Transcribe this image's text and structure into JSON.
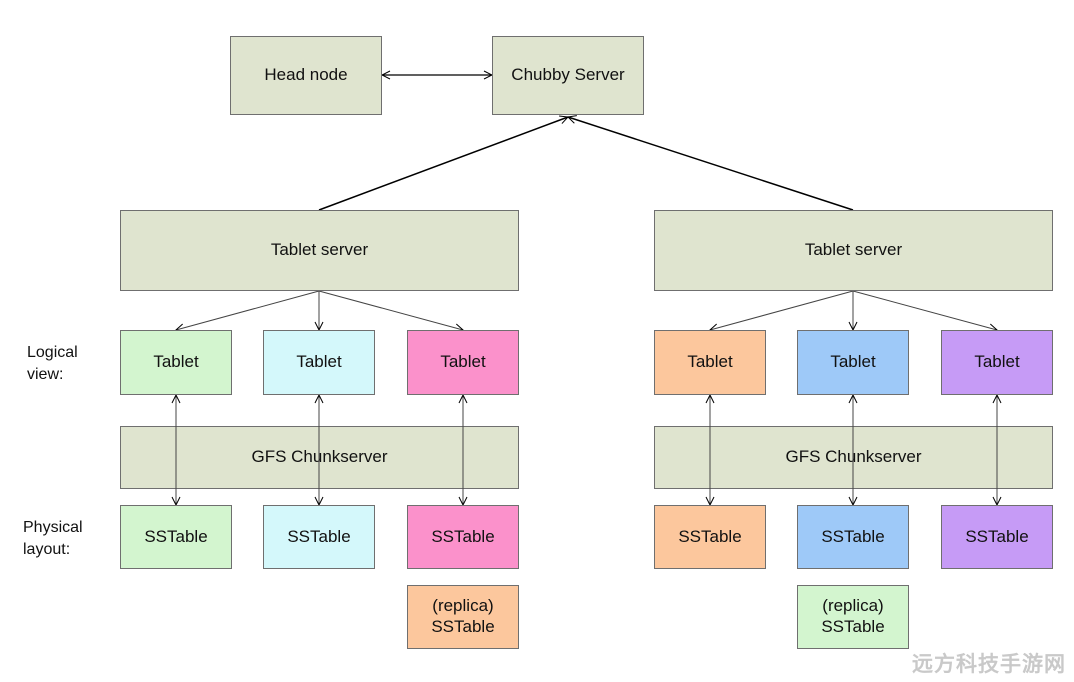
{
  "colors": {
    "server": "#dfe4cf",
    "green": "#d3f5cf",
    "cyan": "#d4f8fb",
    "pink": "#fb91cb",
    "orange": "#fcc79d",
    "blue": "#9ec9f8",
    "purple": "#c69bf6",
    "line": "#000000"
  },
  "nodes": {
    "head": "Head node",
    "chubby": "Chubby Server",
    "ts_left": "Tablet server",
    "ts_right": "Tablet server",
    "gfs_left": "GFS Chunkserver",
    "gfs_right": "GFS Chunkserver",
    "tab_l1": "Tablet",
    "tab_l2": "Tablet",
    "tab_l3": "Tablet",
    "tab_r1": "Tablet",
    "tab_r2": "Tablet",
    "tab_r3": "Tablet",
    "ss_l1": "SSTable",
    "ss_l2": "SSTable",
    "ss_l3": "SSTable",
    "ss_r1": "SSTable",
    "ss_r2": "SSTable",
    "ss_r3": "SSTable",
    "rep_l": "(replica)\nSSTable",
    "rep_r": "(replica)\nSSTable"
  },
  "labels": {
    "logical": "Logical\nview:",
    "physical": "Physical\nlayout:"
  },
  "watermark": "远方科技手游网"
}
